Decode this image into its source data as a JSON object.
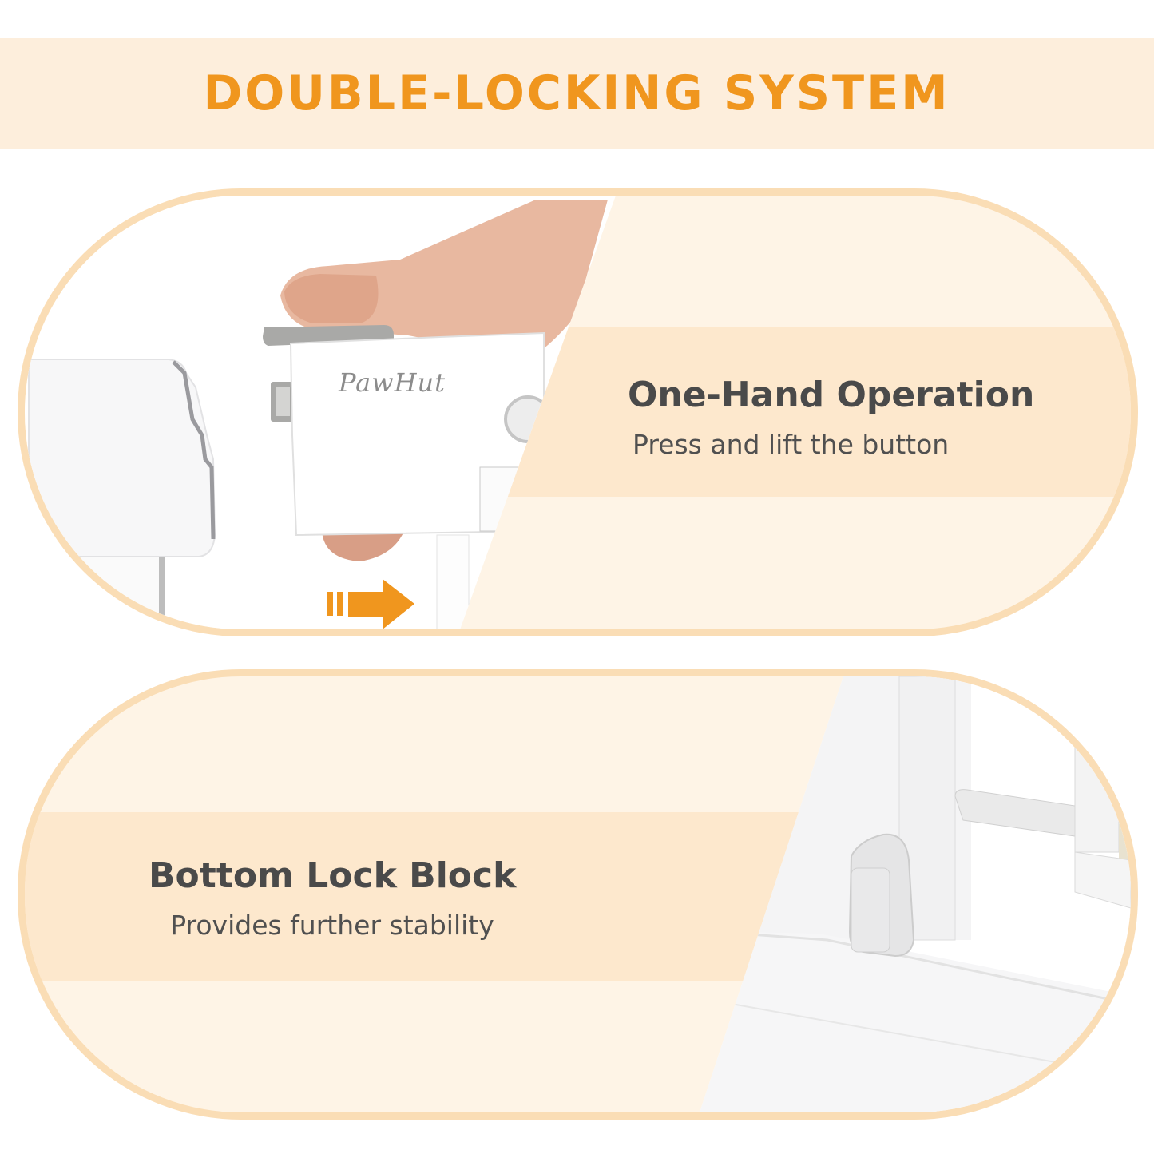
{
  "banner": {
    "title": "DOUBLE-LOCKING SYSTEM",
    "background": "#FDEEDC",
    "title_color": "#F0961E"
  },
  "panels": [
    {
      "title": "One-Hand Operation",
      "subtitle": "Press and lift the button",
      "photo_description": "Hand pressing and lifting the grey release button on a white PawHut gate lock housing; orange arrow pointing right",
      "brand_logo": "PawHut",
      "icons": [
        "direction-arrow-right"
      ]
    },
    {
      "title": "Bottom Lock Block",
      "subtitle": "Provides further stability",
      "photo_description": "Close-up of white gate bottom frame with grey lock block and mesh panel"
    }
  ],
  "colors": {
    "panel_border": "#FADDB5",
    "panel_background": "#FEF4E6",
    "panel_band": "#FDE8CD",
    "text": "#4A4A4A",
    "accent": "#F0961E"
  }
}
